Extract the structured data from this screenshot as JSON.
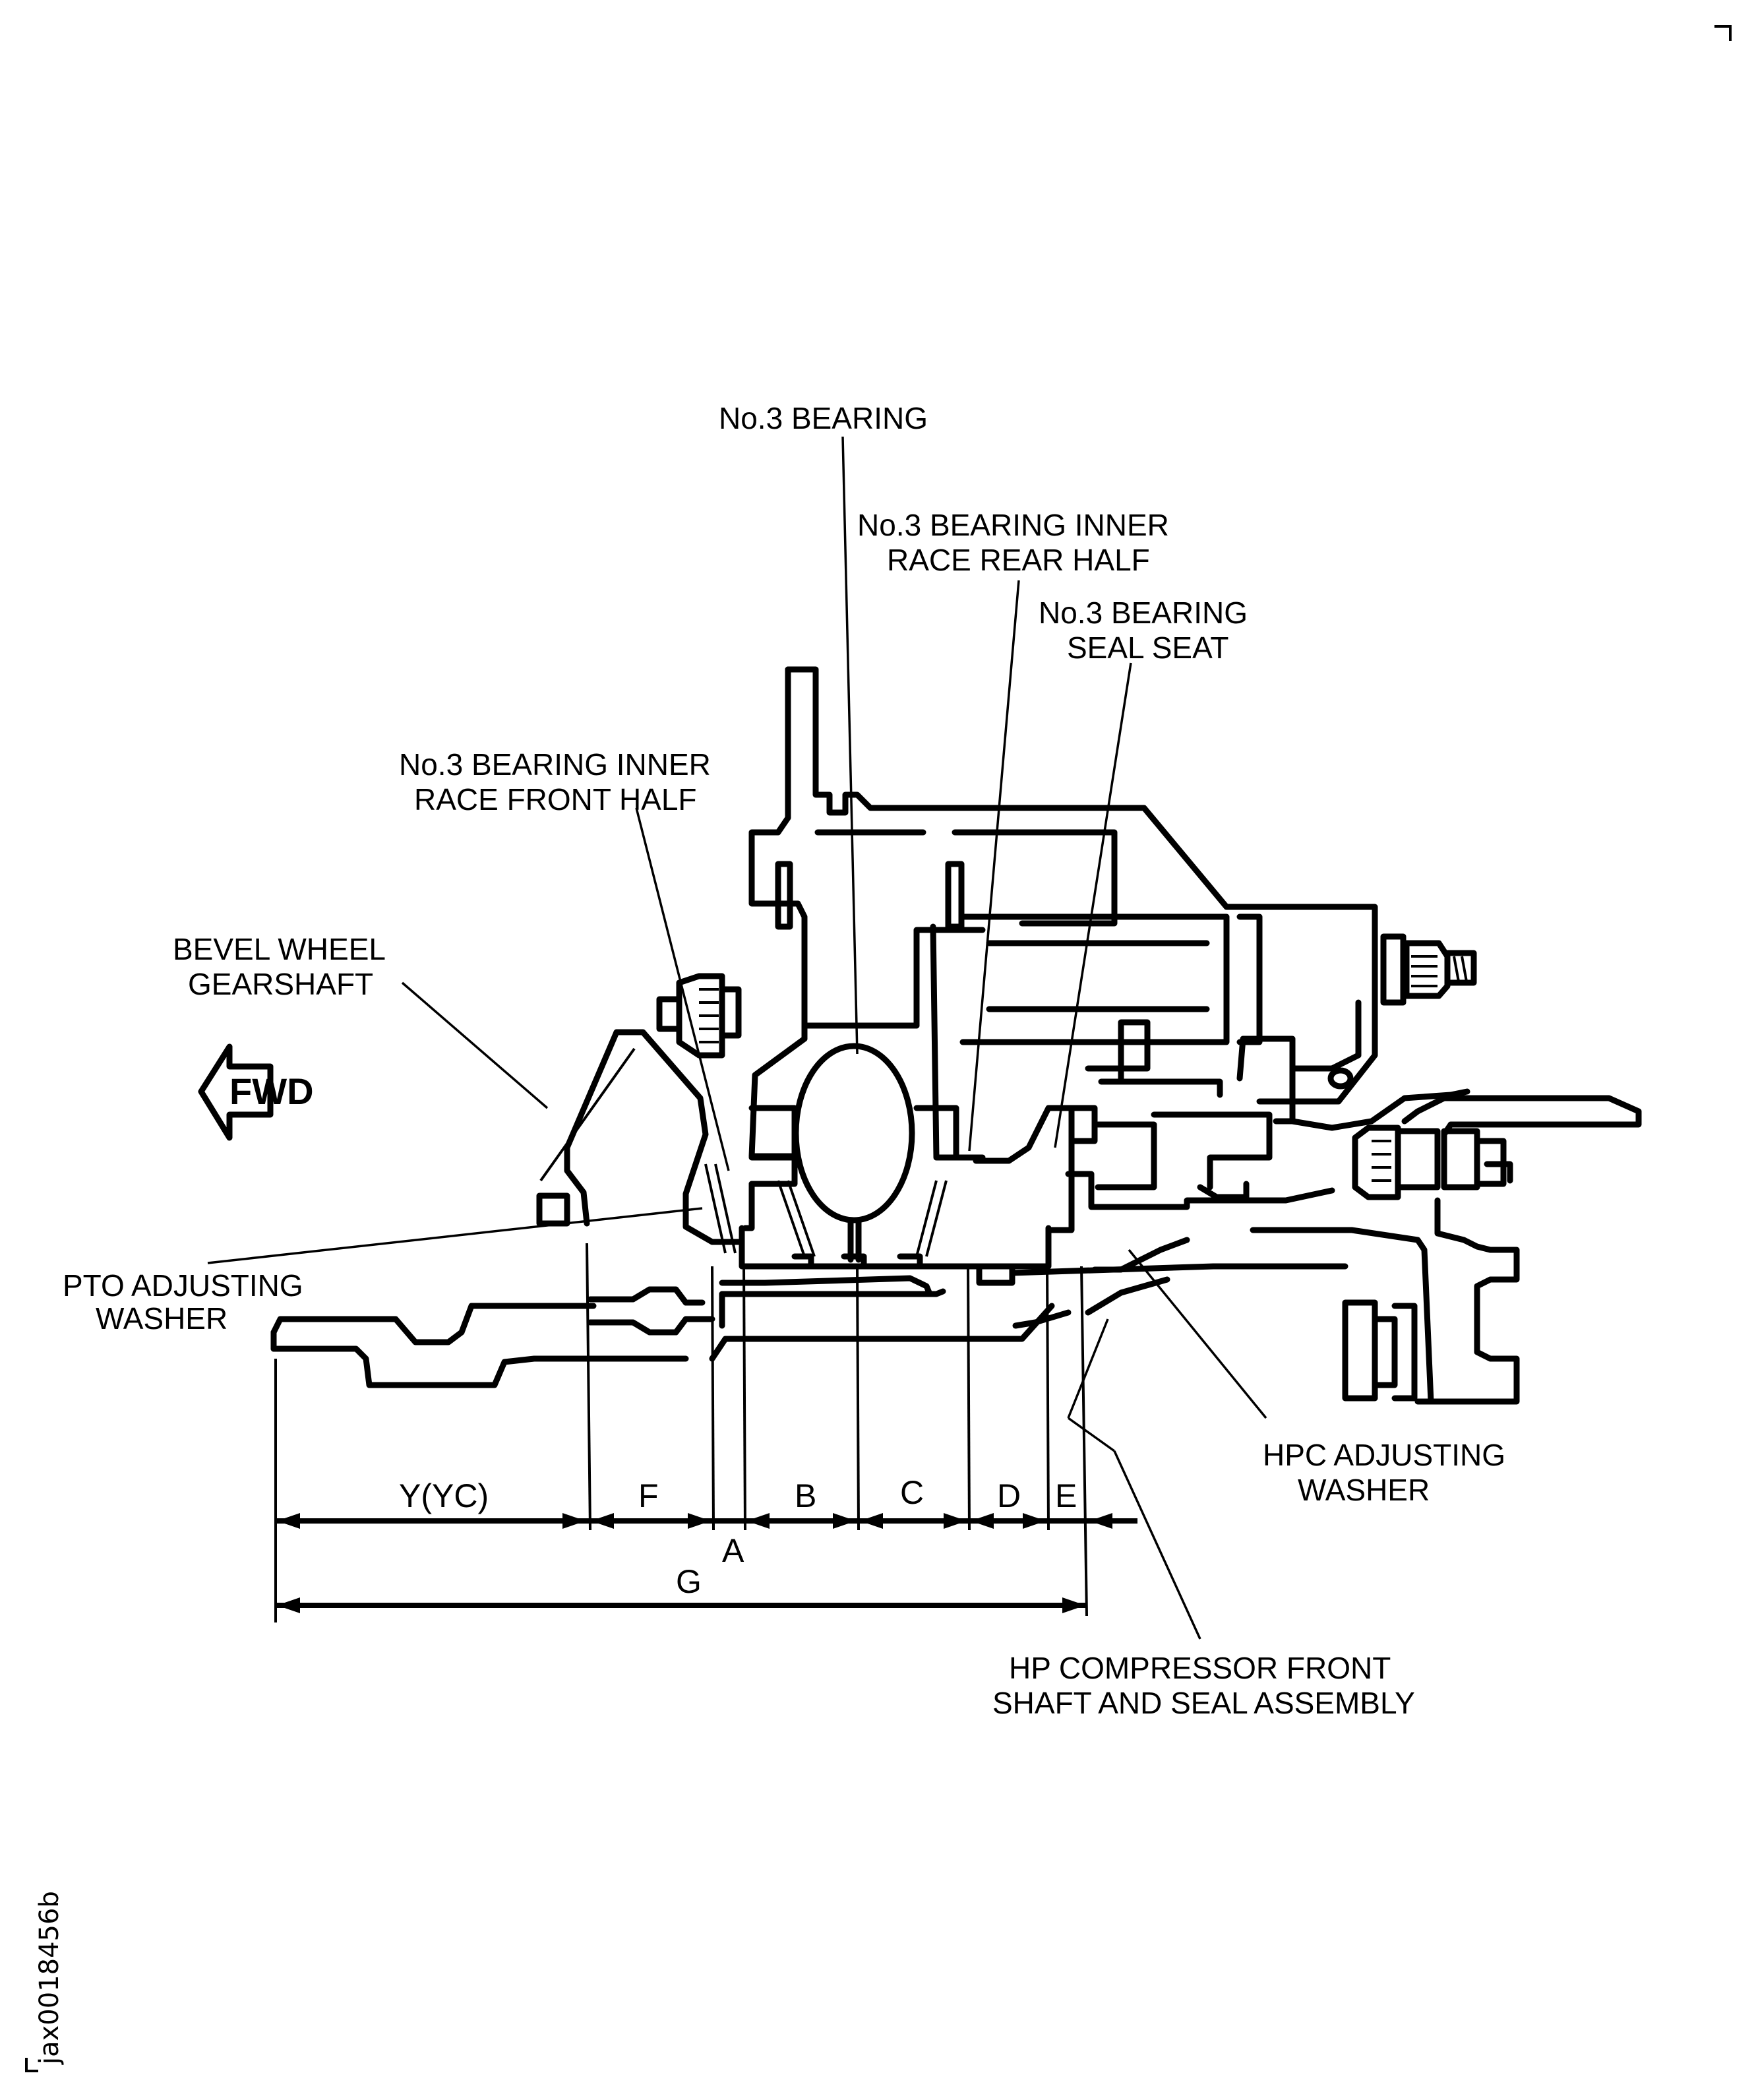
{
  "figure_id": "jax0018456b",
  "direction_indicator": "FWD",
  "callouts": {
    "no3_bearing": [
      "No.3 BEARING"
    ],
    "no3_inner_race_rear_half": [
      "No.3 BEARING INNER",
      "RACE REAR HALF"
    ],
    "no3_seal_seat": [
      "No.3 BEARING",
      "SEAL SEAT"
    ],
    "no3_inner_race_front_half": [
      "No.3 BEARING INNER",
      "RACE FRONT HALF"
    ],
    "bevel_wheel_gearshaft": [
      "BEVEL WHEEL",
      "GEARSHAFT"
    ],
    "pto_adjusting_washer": [
      "PTO ADJUSTING",
      "WASHER"
    ],
    "hpc_adjusting_washer": [
      "HPC ADJUSTING",
      "WASHER"
    ],
    "hp_compressor_front_shaft": [
      "HP COMPRESSOR FRONT",
      "SHAFT AND SEAL ASSEMBLY"
    ]
  },
  "dimensions": {
    "row1": [
      "Y(YC)",
      "F",
      "A",
      "B",
      "C",
      "D",
      "E"
    ],
    "overall": "G"
  }
}
